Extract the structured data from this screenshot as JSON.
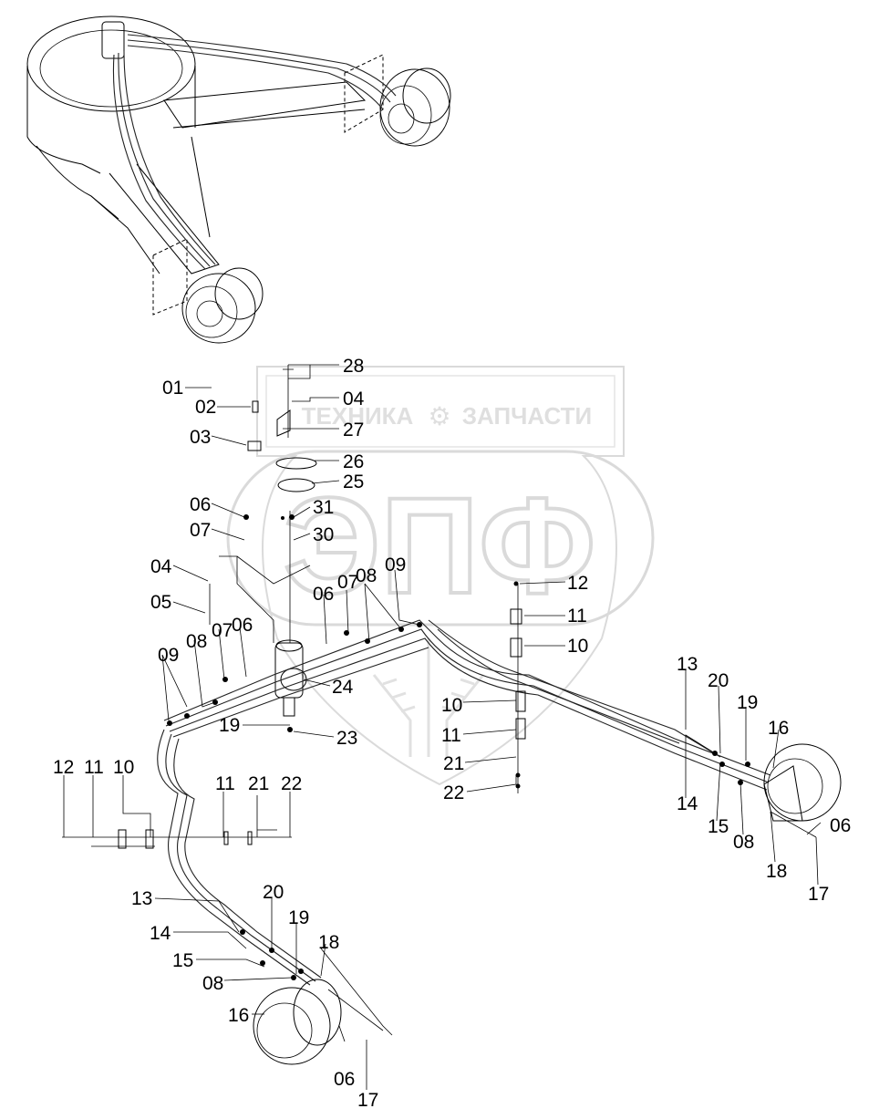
{
  "watermark": {
    "brand_left": "ТЕХНИКА",
    "brand_right": "ЗАПЧАСТИ",
    "logo_letters": "ЭПФ",
    "gear_icon": "gear-icon",
    "color": "#c8c8c8"
  },
  "callouts": [
    "01",
    "02",
    "03",
    "28",
    "04",
    "27",
    "26",
    "25",
    "06",
    "07",
    "31",
    "30",
    "04",
    "05",
    "09",
    "08",
    "07",
    "06",
    "06",
    "07",
    "08",
    "09",
    "12",
    "11",
    "10",
    "24",
    "19",
    "23",
    "10",
    "11",
    "21",
    "22",
    "12",
    "11",
    "10",
    "11",
    "21",
    "22",
    "13",
    "14",
    "20",
    "15",
    "19",
    "18",
    "08",
    "16",
    "06",
    "17",
    "13",
    "20",
    "19",
    "16",
    "14",
    "15",
    "08",
    "18",
    "06",
    "17"
  ]
}
